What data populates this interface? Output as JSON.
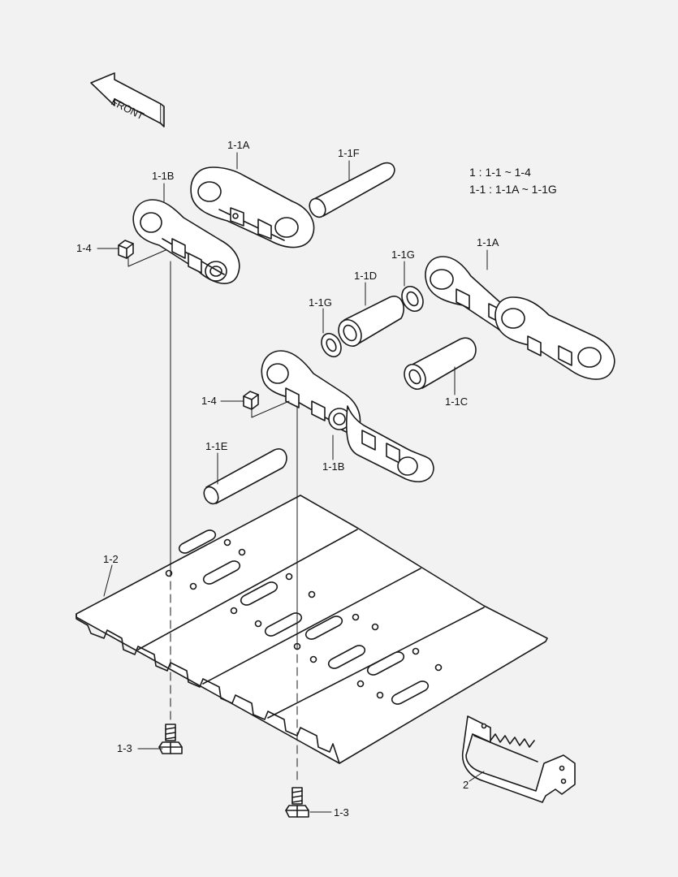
{
  "front_label": "FRONT",
  "legend": {
    "line1": "1 : 1-1 ~ 1-4",
    "line2": "1-1 : 1-1A ~ 1-1G"
  },
  "callouts": {
    "link_outer_top": "1-1A",
    "link_inner_top": "1-1B",
    "pin_top": "1-1F",
    "nut_top": "1-4",
    "seal_right": "1-1G",
    "bushing": "1-1D",
    "link_outer_right": "1-1A",
    "seal_left": "1-1G",
    "nut_mid": "1-4",
    "spacer": "1-1C",
    "pin_mid": "1-1E",
    "link_inner_mid": "1-1B",
    "shoe": "1-2",
    "bolt_left": "1-3",
    "bolt_bottom": "1-3",
    "guard": "2"
  }
}
